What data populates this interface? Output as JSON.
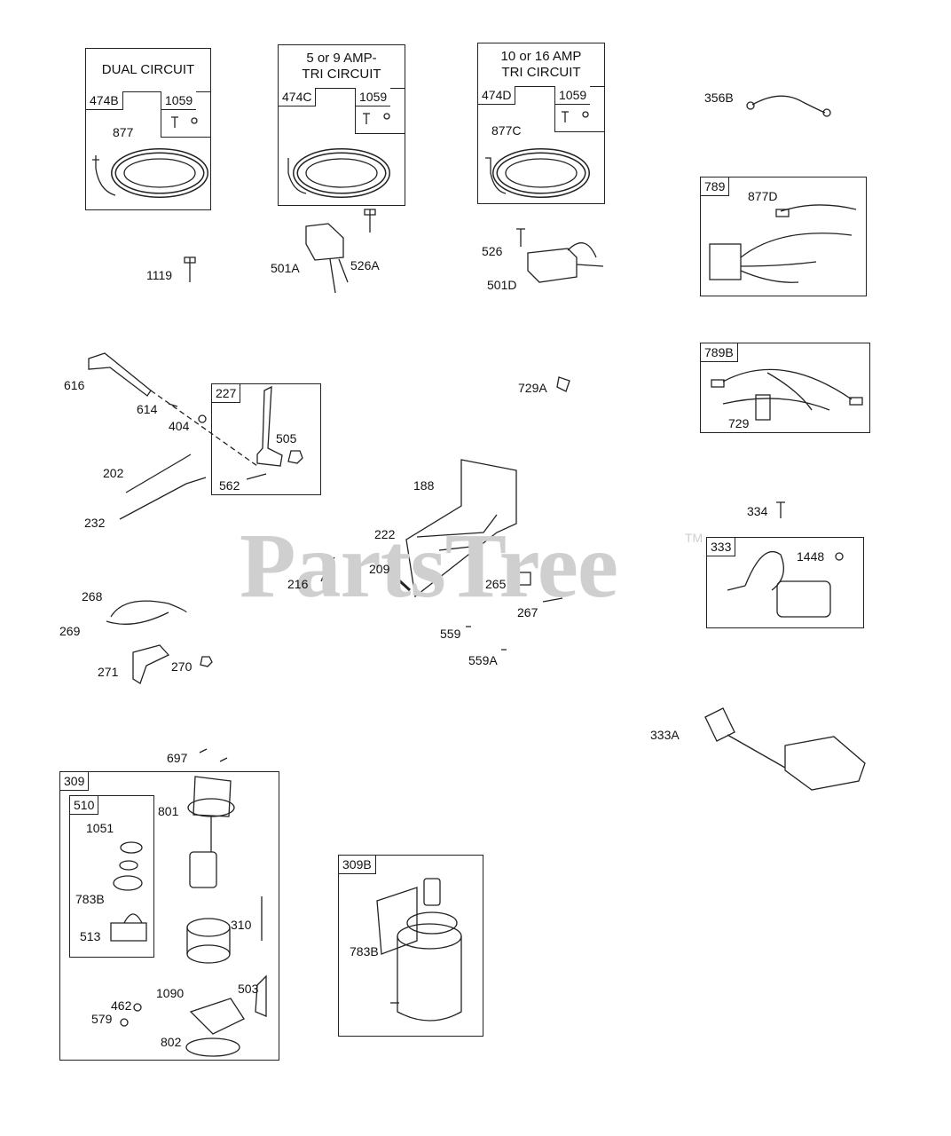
{
  "watermark": {
    "text": "PartsTree",
    "trademark": "TM"
  },
  "kits": {
    "k474b": {
      "tag": "474B",
      "header": "DUAL CIRCUIT"
    },
    "k474c": {
      "tag": "474C",
      "header": "5  or  9  AMP-\nTRI CIRCUIT"
    },
    "k474d": {
      "tag": "474D",
      "header": "10 or 16 AMP\nTRI CIRCUIT"
    },
    "k1059": {
      "tag": "1059"
    },
    "k789": {
      "tag": "789"
    },
    "k789b": {
      "tag": "789B"
    },
    "k227": {
      "tag": "227"
    },
    "k333": {
      "tag": "333"
    },
    "k309": {
      "tag": "309"
    },
    "k510": {
      "tag": "510"
    },
    "k309b": {
      "tag": "309B"
    }
  },
  "labels": {
    "p877": "877",
    "p877c": "877C",
    "p356b": "356B",
    "p877d": "877D",
    "p1119": "1119",
    "p501a": "501A",
    "p526a": "526A",
    "p526": "526",
    "p501d": "501D",
    "p616": "616",
    "p614": "614",
    "p404": "404",
    "p505": "505",
    "p562": "562",
    "p202": "202",
    "p232": "232",
    "p729a": "729A",
    "p729": "729",
    "p188": "188",
    "p222": "222",
    "p209": "209",
    "p216": "216",
    "p265": "265",
    "p267": "267",
    "p559": "559",
    "p559a": "559A",
    "p334": "334",
    "p1448": "1448",
    "p268": "268",
    "p269": "269",
    "p271": "271",
    "p270": "270",
    "p333a": "333A",
    "p697": "697",
    "p801": "801",
    "p1051": "1051",
    "p783b": "783B",
    "p513": "513",
    "p310": "310",
    "p462": "462",
    "p1090": "1090",
    "p503": "503",
    "p579": "579",
    "p802": "802",
    "p783b2": "783B"
  }
}
